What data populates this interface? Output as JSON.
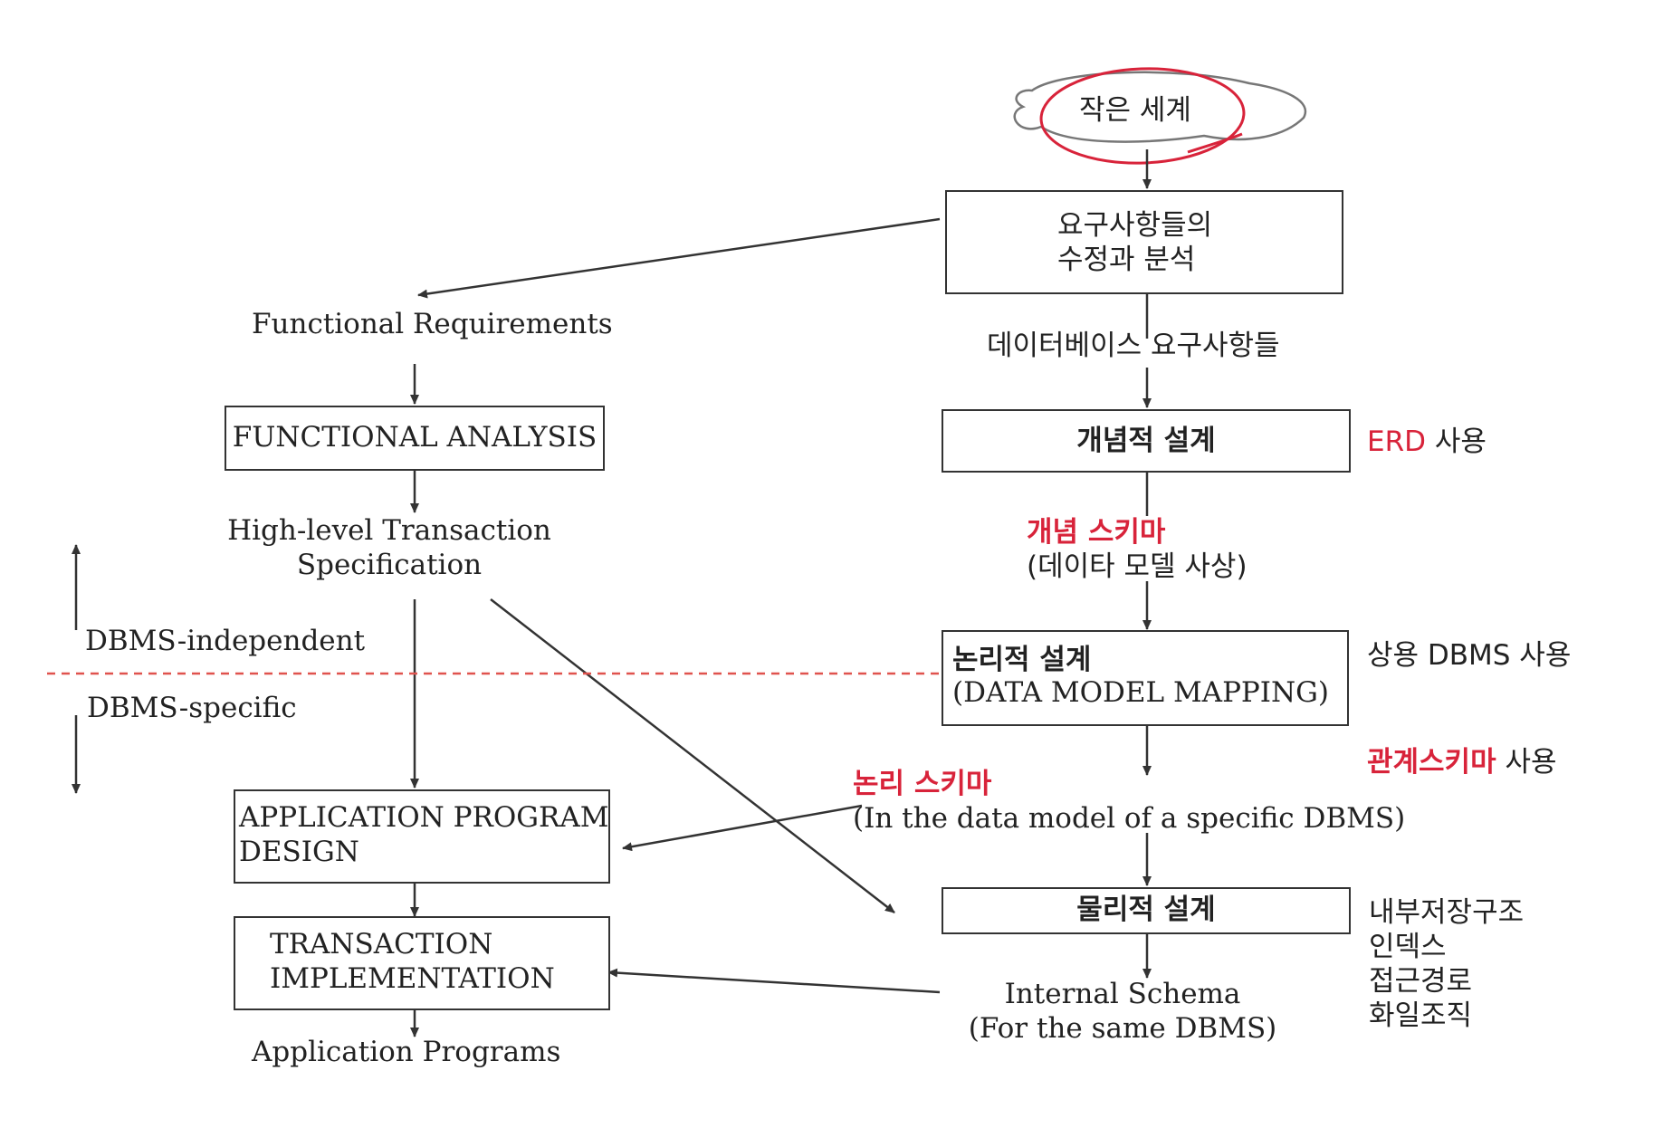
{
  "top_node": "작은 세계",
  "right": {
    "req_box": [
      "요구사항들의",
      "수정과 분석"
    ],
    "db_requirements": "데이터베이스 요구사항들",
    "conceptual_box": "개념적 설계",
    "conceptual_note_red": "ERD",
    "conceptual_note_black": "사용",
    "concept_schema_red": "개념 스키마",
    "concept_schema_sub": "(데이타 모델 사상)",
    "logical_box_red": "논리적 설계",
    "logical_box_sub": "(DATA MODEL MAPPING)",
    "logical_note": "상용 DBMS 사용",
    "relation_note_red": "관계스키마",
    "relation_note_black": "사용",
    "logical_schema_red": "논리 스키마",
    "logical_schema_sub": "(In the data model of a specific DBMS)",
    "physical_box": "물리적 설계",
    "physical_notes": [
      "내부저장구조",
      "인덱스",
      "접근경로",
      "화일조직"
    ],
    "internal_schema": [
      "Internal Schema",
      "(For the same DBMS)"
    ]
  },
  "left": {
    "functional_requirements": "Functional Requirements",
    "functional_analysis": "FUNCTIONAL ANALYSIS",
    "high_level": [
      "High-level Transaction",
      "Specification"
    ],
    "dbms_independent": "DBMS-independent",
    "dbms_specific": "DBMS-specific",
    "app_design": [
      "APPLICATION PROGRAM",
      "DESIGN"
    ],
    "transaction_impl": [
      "TRANSACTION",
      "IMPLEMENTATION"
    ],
    "app_programs": "Application Programs"
  },
  "colors": {
    "accent_red": "#d8233a",
    "ink": "#333333"
  }
}
